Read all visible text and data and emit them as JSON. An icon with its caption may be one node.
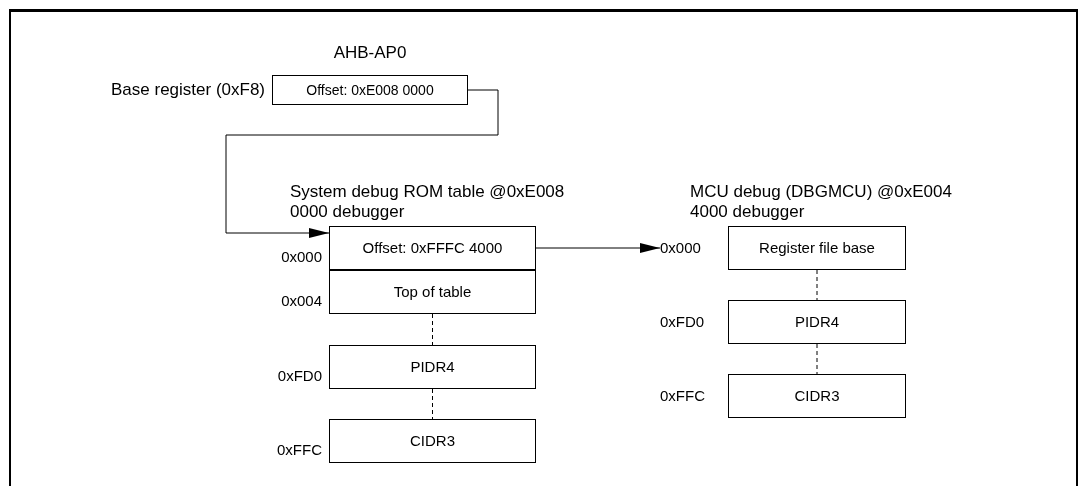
{
  "diagram": {
    "nodes": [
      {
        "text": [
          "Offset: 0xE008 0000"
        ],
        "beside": [
          "Base register (0xF8)"
        ]
      },
      {
        "text": [
          "Offset: 0xFFFC 4000"
        ],
        "beside": [
          "0x000"
        ]
      },
      {
        "text": [
          "Top of table"
        ],
        "beside": [
          "0x004"
        ]
      },
      {
        "text": [
          "PIDR4"
        ],
        "beside": [
          "0xFD0"
        ]
      },
      {
        "text": [
          "CIDR3"
        ],
        "beside": [
          "0xFFC"
        ]
      },
      {
        "text": [
          "Register file base"
        ],
        "beside": [
          "0x000"
        ]
      },
      {
        "text": [
          "PIDR4"
        ],
        "beside": [
          "0xFD0"
        ]
      },
      {
        "text": [
          "CIDR3"
        ],
        "beside": [
          "0xFFC"
        ]
      }
    ],
    "edges": [
      {
        "from": 0,
        "to": 1,
        "arrow": "to"
      },
      {
        "from": 1,
        "to": 5,
        "arrow": "to"
      },
      {
        "from": 2,
        "to": 3,
        "arrow": "none",
        "style": "dashed"
      },
      {
        "from": 3,
        "to": 4,
        "arrow": "none",
        "style": "dashed"
      },
      {
        "from": 5,
        "to": 6,
        "arrow": "none",
        "style": "dashed"
      },
      {
        "from": 6,
        "to": 7,
        "arrow": "none",
        "style": "dashed"
      }
    ],
    "labels": [
      "AHB-AP0",
      "System debug ROM table @0xE008 0000 debugger",
      "MCU debug (DBGMCU) @0xE004 4000 debugger"
    ]
  }
}
